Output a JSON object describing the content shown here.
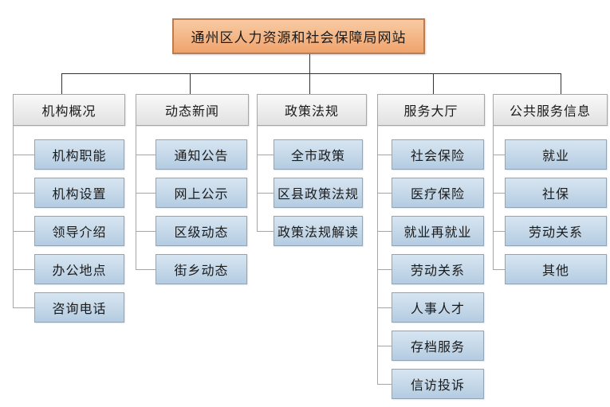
{
  "diagram": {
    "root": {
      "label": "通州区人力资源和社会保障局网站"
    },
    "branches": [
      {
        "label": "机构概况",
        "children": [
          "机构职能",
          "机构设置",
          "领导介绍",
          "办公地点",
          "咨询电话"
        ]
      },
      {
        "label": "动态新闻",
        "children": [
          "通知公告",
          "网上公示",
          "区级动态",
          "街乡动态"
        ]
      },
      {
        "label": "政策法规",
        "children": [
          "全市政策",
          "区县政策法规",
          "政策法规解读"
        ]
      },
      {
        "label": "服务大厅",
        "children": [
          "社会保险",
          "医疗保险",
          "就业再就业",
          "劳动关系",
          "人事人才",
          "存档服务",
          "信访投诉"
        ]
      },
      {
        "label": "公共服务信息",
        "children": [
          "就业",
          "社保",
          "劳动关系",
          "其他"
        ]
      }
    ],
    "colors": {
      "root_fill_top": "#f8cba4",
      "root_fill_bottom": "#efa36c",
      "root_border": "#bd7c4e",
      "header_fill_top": "#f9f9f9",
      "header_fill_bottom": "#e1e1e1",
      "header_border": "#a6a6a6",
      "child_fill_top": "#d7e5f1",
      "child_fill_bottom": "#b4cce1",
      "child_border": "#93a4b4",
      "tree_line": "#333333",
      "branch_line": "#a6a6a6"
    }
  }
}
